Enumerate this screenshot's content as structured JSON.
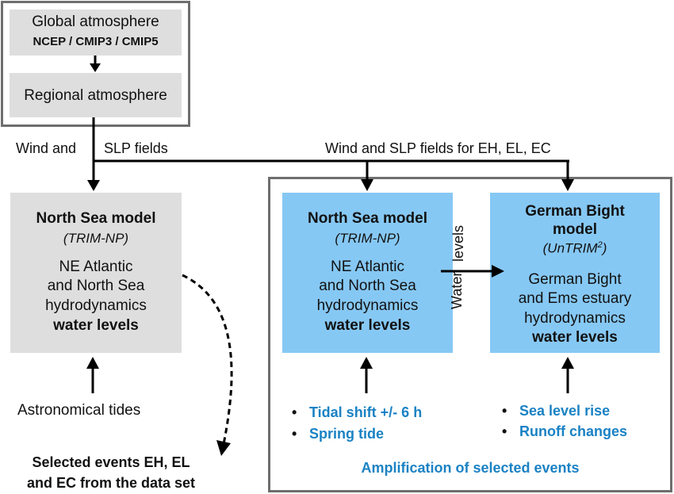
{
  "colors": {
    "gray_box": "#dedede",
    "blue_box": "#86c8f4",
    "accent_text": "#1a82c4",
    "frame": "#6e6e6e"
  },
  "atmosphere": {
    "global_title": "Global atmosphere",
    "global_sub": "NCEP / CMIP3 / CMIP5",
    "regional_title": "Regional atmosphere"
  },
  "labels": {
    "wind_and": "Wind and",
    "slp_fields": "SLP fields",
    "wind_slp_eh": "Wind and SLP fields for EH, EL, EC",
    "water_levels_1": "Water",
    "water_levels_2": "levels"
  },
  "left_model": {
    "title": "North Sea model",
    "sub": "(TRIM-NP)",
    "line1": "NE Atlantic",
    "line2": "and North Sea",
    "line3": "hydrodynamics",
    "line4": "water levels",
    "input": "Astronomical tides"
  },
  "middle_model": {
    "title": "North Sea model",
    "sub": "(TRIM-NP)",
    "line1": "NE Atlantic",
    "line2": "and North Sea",
    "line3": "hydrodynamics",
    "line4": "water levels",
    "bullets": [
      "Tidal shift +/- 6 h",
      "Spring tide"
    ]
  },
  "right_model": {
    "title1": "German Bight",
    "title2": "model",
    "sub_main": "(UnTRIM",
    "sub_sup": "2",
    "sub_end": ")",
    "line1": "German Bight",
    "line2": "and Ems estuary",
    "line3": "hydrodynamics",
    "line4": "water levels",
    "bullets": [
      "Sea level rise",
      "Runoff changes"
    ]
  },
  "bullet_char": "•",
  "amplification": "Amplification of selected events",
  "selected_events": {
    "line1": "Selected events EH, EL",
    "line2": "and EC from the data set"
  }
}
